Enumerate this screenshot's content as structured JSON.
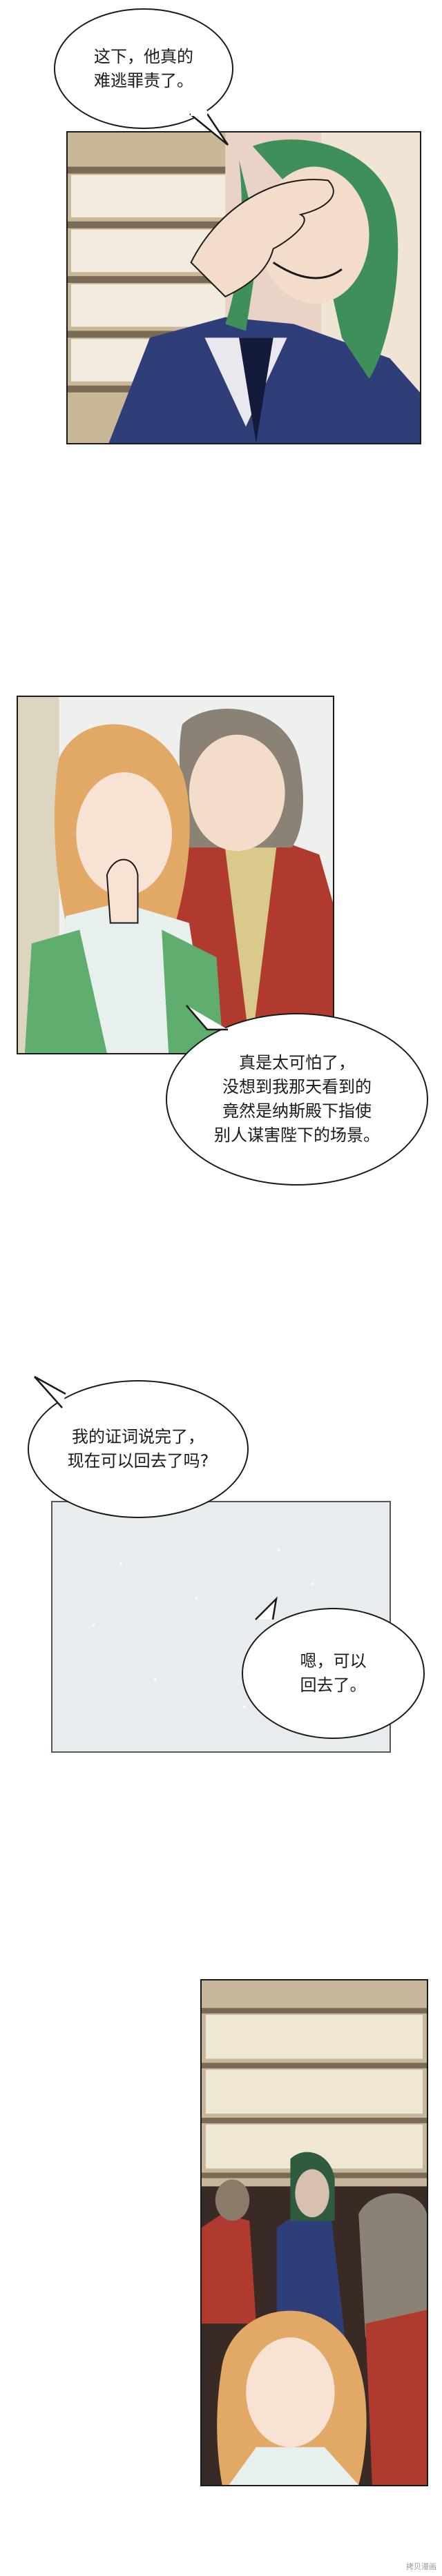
{
  "bubbles": {
    "b1": [
      "这下，他真的",
      "难逃罪责了。"
    ],
    "b2": [
      "真是太可怕了，",
      "没想到我那天看到的",
      "竟然是纳斯殿下指使",
      "别人谋害陛下的场景。"
    ],
    "b3": [
      "我的证词说完了，",
      "现在可以回去了吗?"
    ],
    "b4": [
      "嗯，可以",
      "回去了。"
    ]
  },
  "watermark": "拷贝漫画",
  "colors": {
    "ink": "#1a1a1a",
    "green_hair": "#3e8f5a",
    "blonde_hair": "#e2a866",
    "gray_hair": "#8a8275",
    "navy_coat": "#2f3d78",
    "red_uniform": "#b03a2e",
    "panel_sky": "#e7ecef"
  }
}
